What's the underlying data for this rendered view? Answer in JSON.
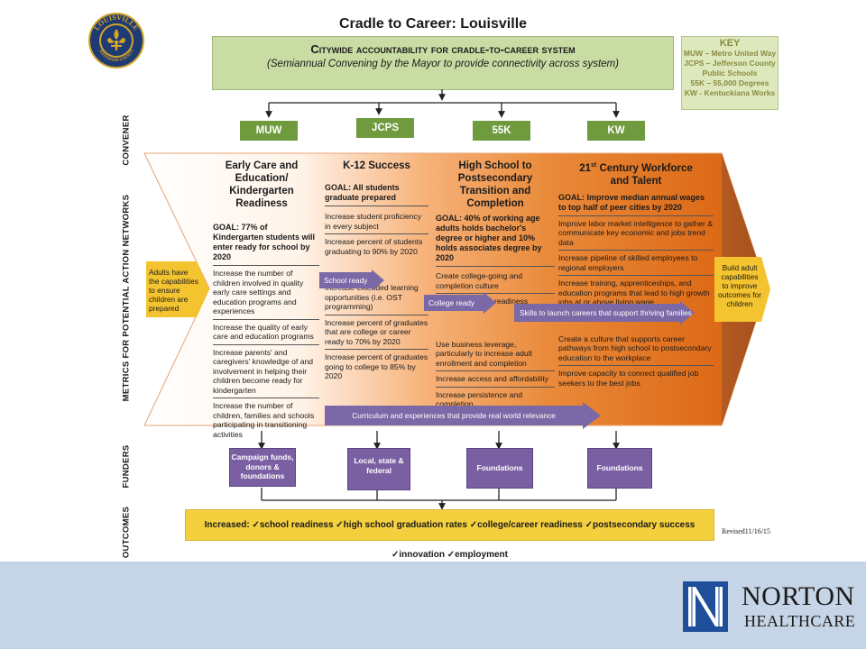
{
  "title": "Cradle to Career: Louisville",
  "seal": {
    "top_text": "LOUISVILLE",
    "bottom_text": "JEFFERSON COUNTY"
  },
  "accountability": {
    "heading": "Citywide accountability for cradle-to-career system",
    "subheading": "(Semiannual Convening by the Mayor to provide connectivity across system)"
  },
  "key": {
    "title": "KEY",
    "entries": [
      "MUW – Metro United Way",
      "JCPS – Jefferson County",
      "Public Schools",
      "55K – 55,000 Degrees",
      "KW - Kentuckiana Works"
    ]
  },
  "row_labels": {
    "convener": "CONVENER",
    "metrics": "METRICS FOR POTENTIAL ACTION NETWORKS",
    "funders": "FUNDERS",
    "outcomes": "OUTCOMES"
  },
  "conveners": [
    "MUW",
    "JCPS",
    "55K",
    "KW"
  ],
  "columns": [
    {
      "heading": "Early Care and Education/ Kindergarten Readiness",
      "goal": "GOAL: 77% of Kindergarten students will enter ready for school by 2020",
      "items": [
        "Increase the number of children involved in quality early care settings and education programs and experiences",
        "Increase the quality of early care and education programs",
        "Increase parents' and caregivers' knowledge of and involvement in helping their children become ready for kindergarten",
        "Increase the number of children, families and schools participating in transitioning activities"
      ]
    },
    {
      "heading": "K-12 Success",
      "goal": "GOAL: All students graduate prepared",
      "items": [
        "Increase student proficiency in every subject",
        "Increase percent of students graduating to 90% by 2020",
        "Increase extended learning opportunities (i.e. OST programming)",
        "Increase percent of graduates that are college or career ready to 70% by 2020",
        "Increase percent of graduates going to college to 85% by 2020"
      ]
    },
    {
      "heading": "High School to Postsecondary Transition and Completion",
      "goal": "GOAL: 40% of working age adults holds bachelor's degree or higher and 10% holds associates degree by 2020",
      "items": [
        "Create college-going and completion culture",
        "Increase college readiness",
        "Use business leverage, particularly to increase adult enrollment and completion",
        "Increase access and affordability",
        "Increase persistence and completion"
      ]
    },
    {
      "heading_main": "21",
      "heading_sup": "st",
      "heading_rest": " Century Workforce",
      "heading_line2": "and Talent",
      "goal": "GOAL: Improve median annual wages to top half of peer cities by 2020",
      "items": [
        "Improve labor market intelligence to gather & communicate key economic and jobs trend data",
        "Increase pipeline of skilled employees to regional employers",
        "Increase training, apprenticeships, and education programs that lead to high growth jobs at or above living wage",
        "Create a culture that supports career pathways from high school to postsecondary education to the workplace",
        "Improve capacity to connect qualified job seekers to the best jobs"
      ]
    }
  ],
  "arrows": {
    "school_ready": "School ready",
    "college_ready": "College ready",
    "skills": "Skills to launch careers that support thriving families",
    "curriculum": "Curriculum and experiences that provide real world relevance"
  },
  "left_callout": "Adults have the capabilities to ensure children are prepared",
  "right_callout": "Build adult capabilities to improve outcomes for children",
  "funders": [
    "Campaign funds, donors & foundations",
    "Local, state & federal",
    "Foundations",
    "Foundations"
  ],
  "outcomes": "Increased: ✓school readiness ✓high school graduation rates ✓college/career readiness ✓postsecondary success ✓innovation ✓employment",
  "revised": "Revised11/16/15",
  "sponsor": {
    "line1": "NORTON",
    "line2": "HEALTHCARE"
  },
  "colors": {
    "green": "#6f9a3e",
    "light_green": "#c9dca3",
    "orange": "#e0660e",
    "purple": "#7b5fa3",
    "yellow": "#f4c430",
    "footer": "#c5d4e6"
  }
}
